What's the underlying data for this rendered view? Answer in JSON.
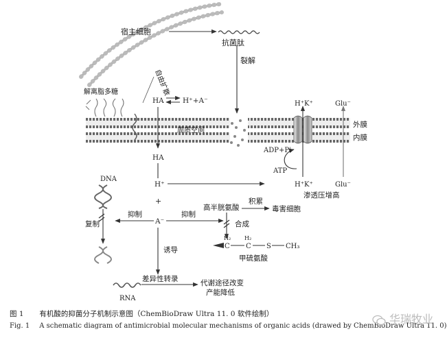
{
  "labels": {
    "host_cell": "宿主细胞",
    "antimicrobial_peptide": "抗菌肽",
    "lysis": "裂解",
    "lps_dissociation": "解离脂多糖",
    "free_diffusion": "自由扩散",
    "ha_outer": "HA",
    "dissociation_products": "H⁺+A⁻",
    "hk_top": "H⁺K⁺",
    "glu_top": "Glu⁻",
    "outer_membrane": "外膜",
    "inner_membrane": "内膜",
    "periplasm": "周质空间",
    "adp_pi": "ADP+Pi",
    "atp": "ATP",
    "ha_inner": "HA",
    "hk_bottom": "H⁺K⁺",
    "glu_bottom": "Glu⁻",
    "osmotic_increase": "渗透压增高",
    "dna": "DNA",
    "h_plus": "H⁺",
    "plus_sign": "+",
    "a_minus": "A⁻",
    "inhibit_left": "抑制",
    "inhibit_right": "抑制",
    "replication": "复制",
    "homocysteine": "高半胱氨酸",
    "accumulation": "积累",
    "toxic_cell": "毒害细胞",
    "synthesis": "合成",
    "h2_left": "H₂",
    "h2_right": "H₂",
    "met_c1": "C",
    "met_c2": "C",
    "met_s": "S",
    "met_ch3": "CH₃",
    "methionine": "甲硫氨酸",
    "induce": "诱导",
    "differential_transcription": "差异性转录",
    "metabolic_change_1": "代谢途径改变",
    "metabolic_change_2": "产能降低",
    "rna": "RNA"
  },
  "caption": {
    "cn_num": "图 1",
    "cn_text": "有机酸的抑菌分子机制示意图（ChemBioDraw Ultra 11. 0 软件绘制）",
    "en_num": "Fig. 1",
    "en_text": "A schematic diagram of antimicrobial molecular mechanisms of organic acids (drawed by ChemBioDraw Ultra 11. 0)"
  },
  "watermark": "华瑞牧业"
}
